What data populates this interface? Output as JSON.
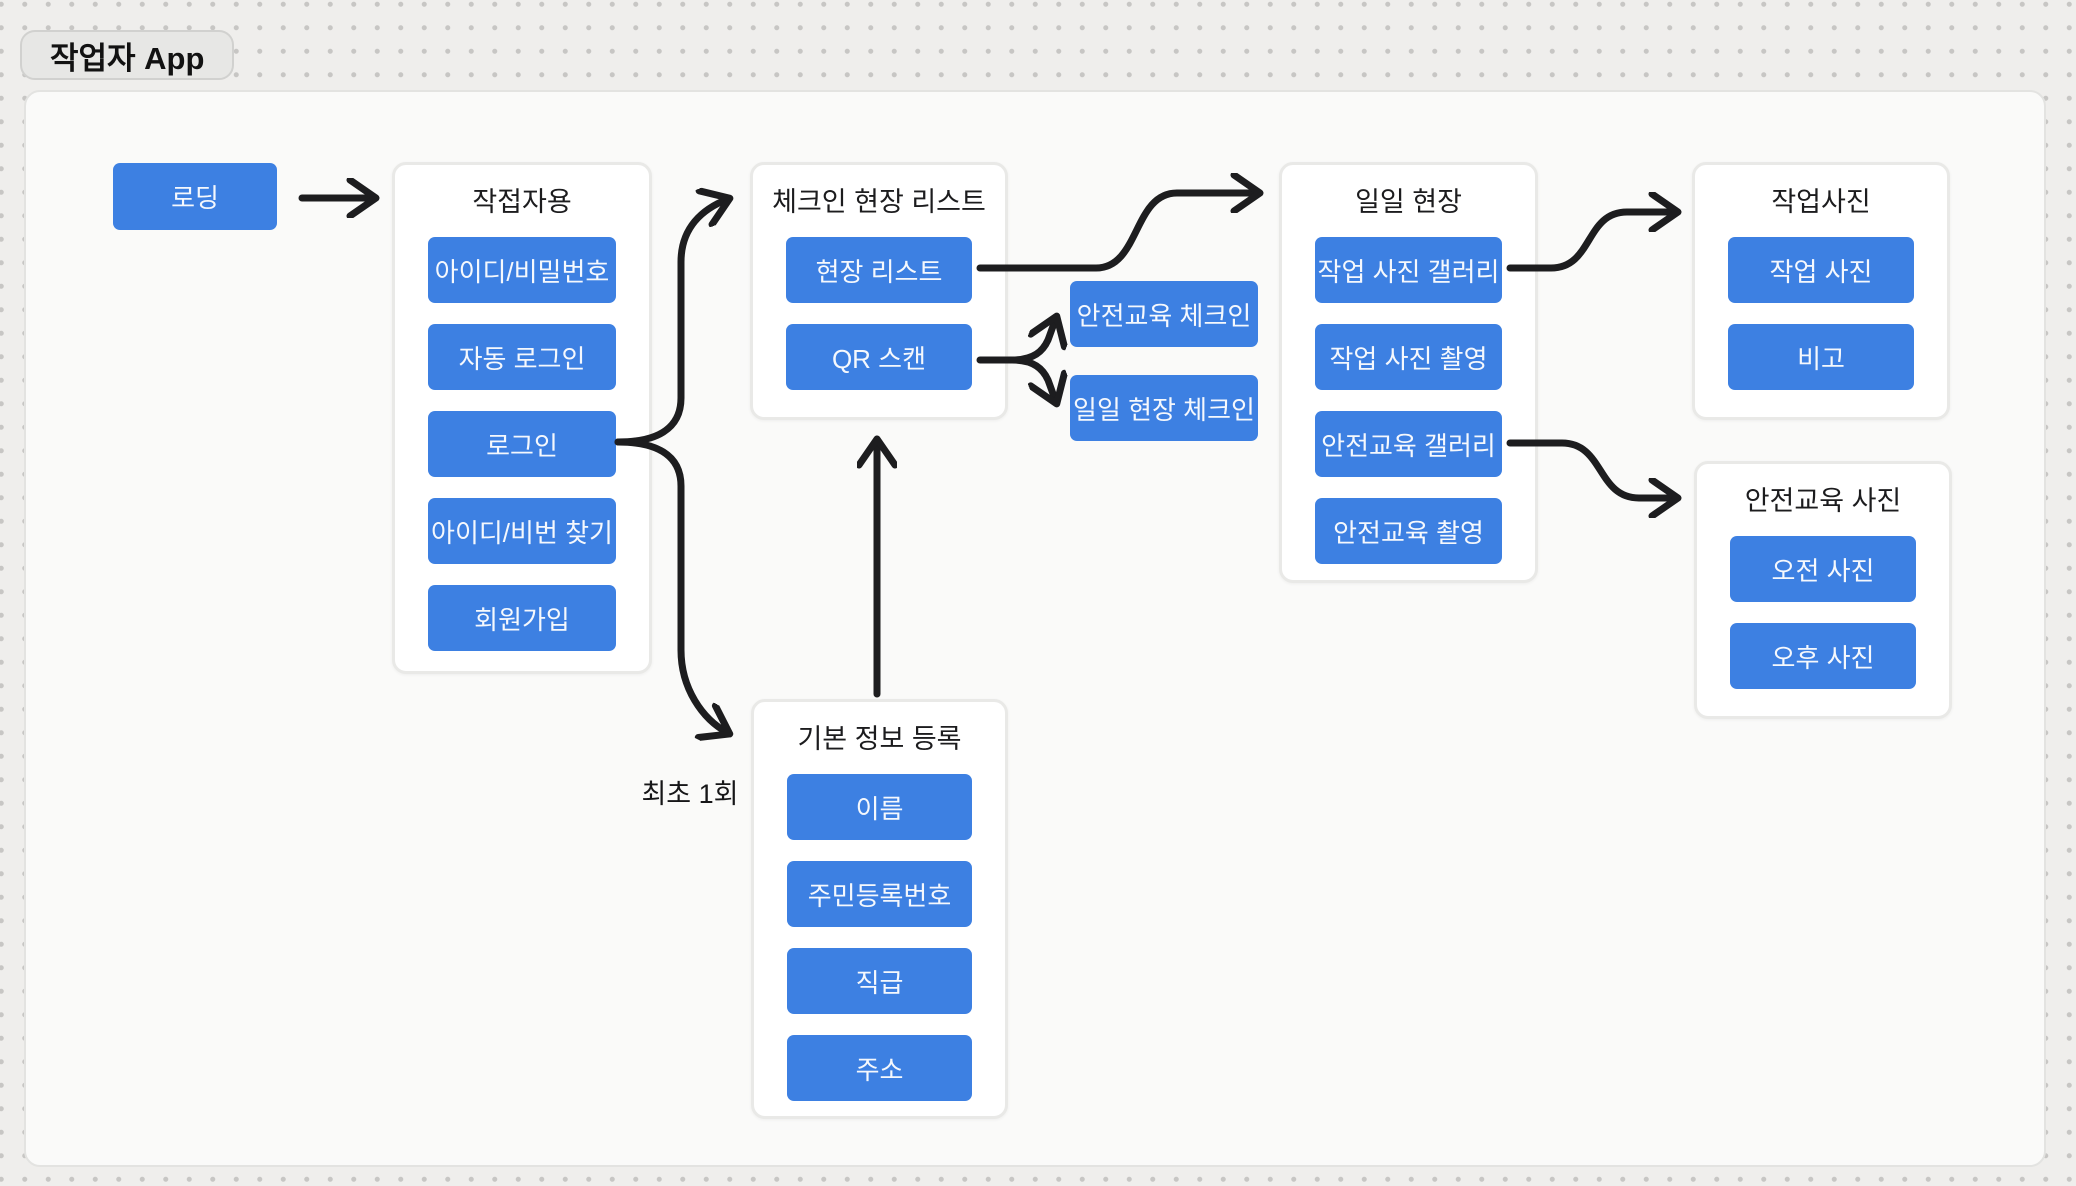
{
  "app_title": "작업자 App",
  "annotation_first_time": "최초 1회",
  "colors": {
    "accent_blue": "#3d80e2",
    "arrow_black": "#1d1d1f",
    "canvas_bg": "#fafaf9",
    "page_bg": "#efeeec"
  },
  "nodes": {
    "loading": {
      "label": "로딩"
    },
    "login_group": {
      "title": "작접자용",
      "buttons": [
        "아이디/비밀번호",
        "자동 로그인",
        "로그인",
        "아이디/비번 찾기",
        "회원가입"
      ]
    },
    "checkin_list_group": {
      "title": "체크인 현장 리스트",
      "buttons": [
        "현장 리스트",
        "QR 스캔"
      ]
    },
    "safety_edu_checkin": {
      "label": "안전교육 체크인"
    },
    "daily_site_checkin": {
      "label": "일일 현장 체크인"
    },
    "daily_site_group": {
      "title": "일일 현장",
      "buttons": [
        "작업 사진 갤러리",
        "작업 사진 촬영",
        "안전교육 갤러리",
        "안전교육 촬영"
      ]
    },
    "work_photo_group": {
      "title": "작업사진",
      "buttons": [
        "작업 사진",
        "비고"
      ]
    },
    "safety_photo_group": {
      "title": "안전교육 사진",
      "buttons": [
        "오전 사진",
        "오후 사진"
      ]
    },
    "basic_info_group": {
      "title": "기본 정보 등록",
      "buttons": [
        "이름",
        "주민등록번호",
        "직급",
        "주소"
      ]
    }
  }
}
